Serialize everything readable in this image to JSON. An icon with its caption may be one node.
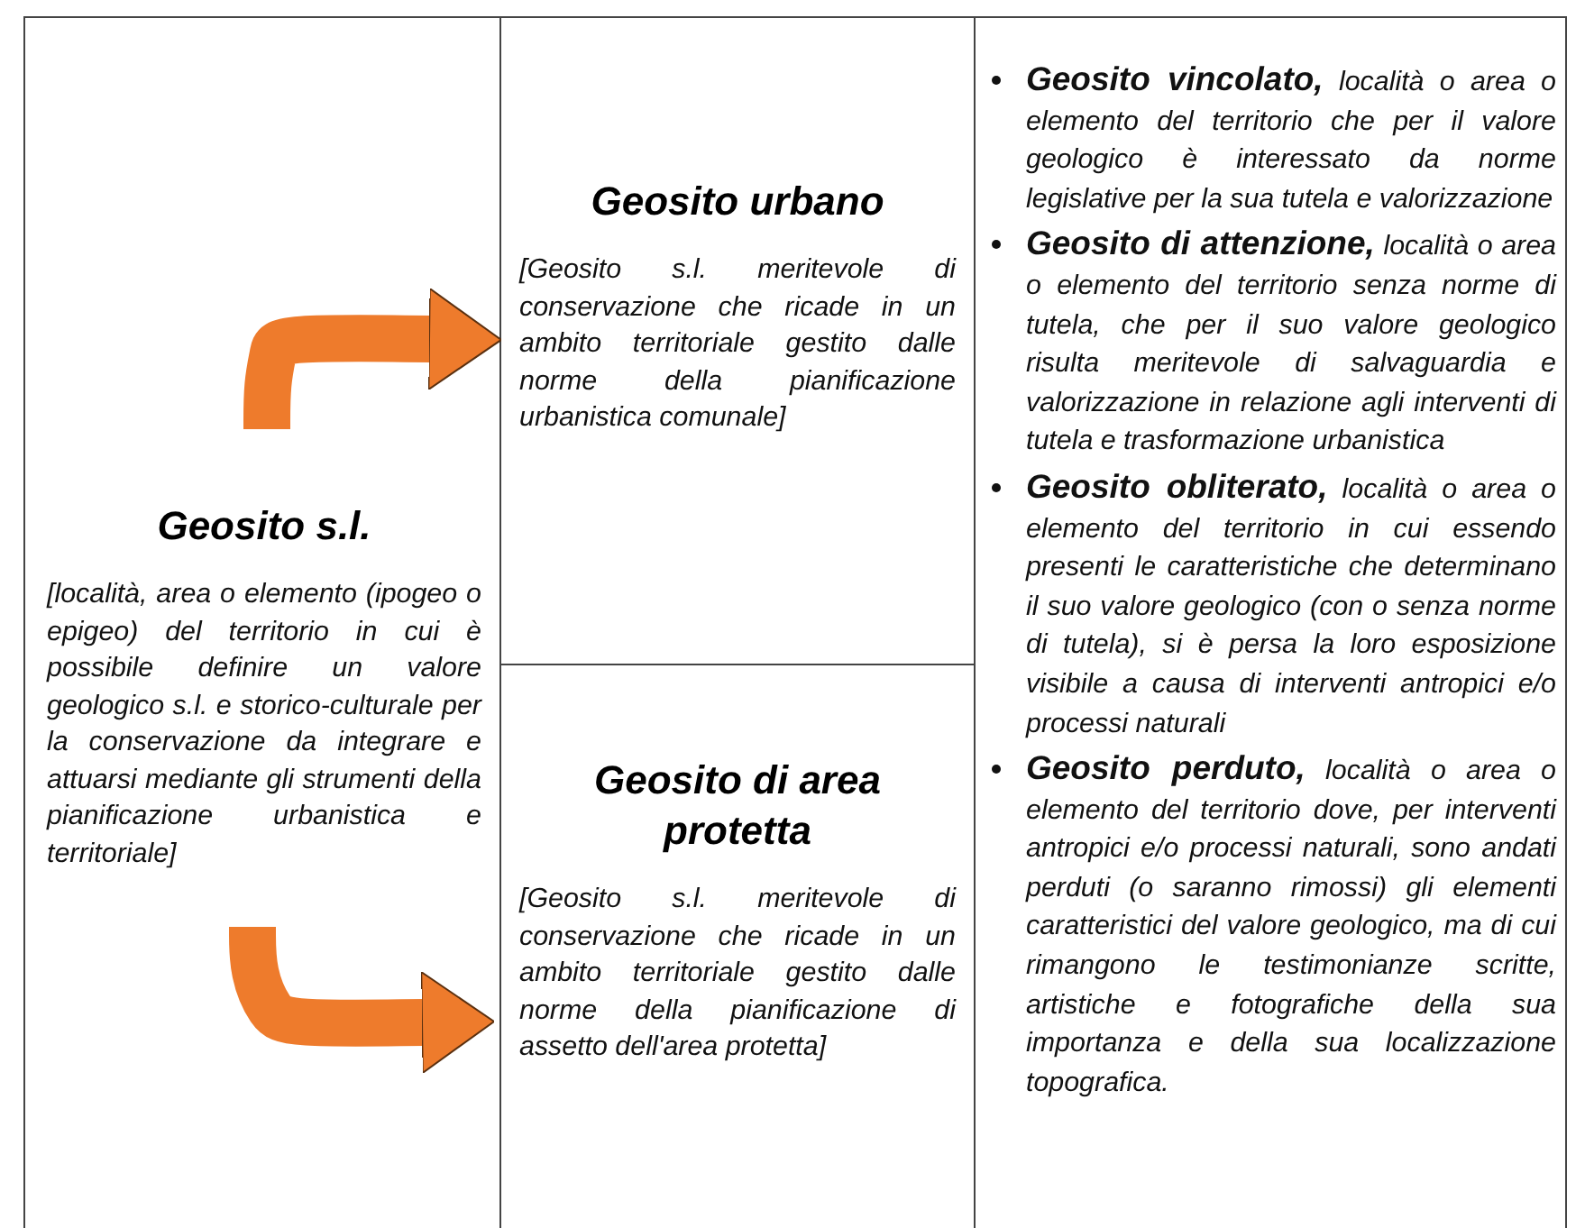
{
  "diagram": {
    "nodes": [
      {
        "text": [
          "Geosito s.l.",
          "[località, area o elemento (ipogeo o epigeo) del territorio in cui è possibile definire un valore geologico s.l. e storico-culturale per la conservazione da integrare e attuarsi mediante gli strumenti della pianificazione urbanistica e territoriale]"
        ]
      },
      {
        "text": [
          "Geosito urbano",
          "[Geosito s.l. meritevole di conservazione che ricade in un ambito territoriale gestito dalle norme della pianificazione urbanistica comunale]"
        ]
      },
      {
        "text": [
          "Geosito di area protetta",
          "[Geosito s.l. meritevole di conservazione che ricade in un ambito territoriale gestito dalle norme della pianificazione di assetto dell'area protetta]"
        ]
      },
      {
        "text": [
          "**Geosito vincolato,** località o area o elemento del territorio che per il valore geologico è interessato da norme legislative per la sua tutela e valorizzazione",
          "**Geosito di attenzione,** località o area o elemento del territorio senza norme di tutela, che per il suo valore geologico risulta meritevole di salvaguardia e valorizzazione in relazione agli interventi di tutela e trasformazione urbanistica",
          "**Geosito obliterato,** località o area o elemento del territorio in cui essendo presenti le caratteristiche che determinano il suo valore geologico (con o senza norme di tutela), si è persa la loro esposizione visibile a causa di interventi antropici e/o processi naturali",
          "**Geosito perduto,** località o area o elemento del territorio dove, per interventi antropici e/o processi naturali, sono andati perduti (o saranno rimossi) gli elementi caratteristici del valore geologico, ma di cui rimangono le testimonianze scritte, artistiche e fotografiche della sua importanza e della sua localizzazione topografica."
        ]
      }
    ],
    "edges": [
      {
        "from": 0,
        "to": 1,
        "arrow": "to"
      },
      {
        "from": 0,
        "to": 2,
        "arrow": "to"
      }
    ]
  }
}
